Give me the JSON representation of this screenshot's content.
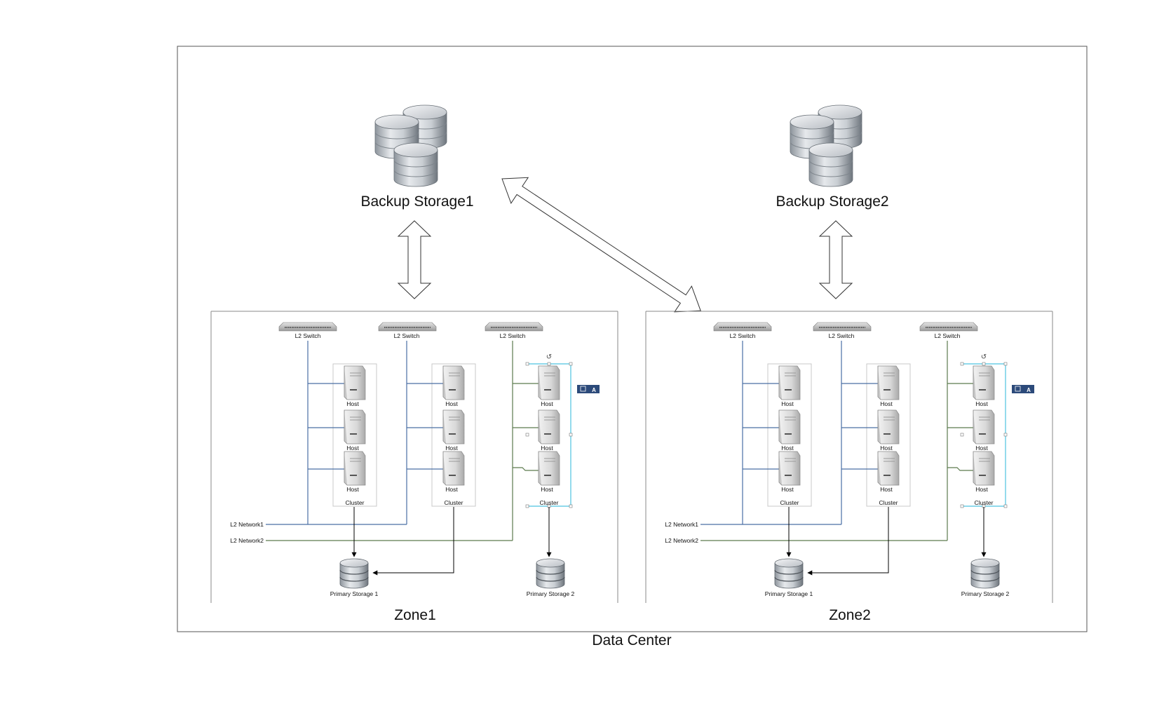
{
  "data_center": {
    "label": "Data Center"
  },
  "backup_storages": [
    {
      "label": "Backup Storage1"
    },
    {
      "label": "Backup Storage2"
    }
  ],
  "zones": [
    {
      "label": "Zone1",
      "switch_label": "L2 Switch",
      "host_label": "Host",
      "cluster_label": "Cluster",
      "networks": [
        "L2 Network1",
        "L2 Network2"
      ],
      "primary_storages": [
        "Primary Storage 1",
        "Primary Storage 2"
      ],
      "toolbar": {
        "letter": "A"
      },
      "rotate_glyph": "↺"
    },
    {
      "label": "Zone2",
      "switch_label": "L2 Switch",
      "host_label": "Host",
      "cluster_label": "Cluster",
      "networks": [
        "L2 Network1",
        "L2 Network2"
      ],
      "primary_storages": [
        "Primary Storage 1",
        "Primary Storage 2"
      ],
      "toolbar": {
        "letter": "A"
      },
      "rotate_glyph": "↺"
    }
  ],
  "colors": {
    "network1": "#4a6fa5",
    "network2": "#5c7a4e",
    "selection": "#4cc3e0",
    "toolbar": "#2c4a7a"
  }
}
